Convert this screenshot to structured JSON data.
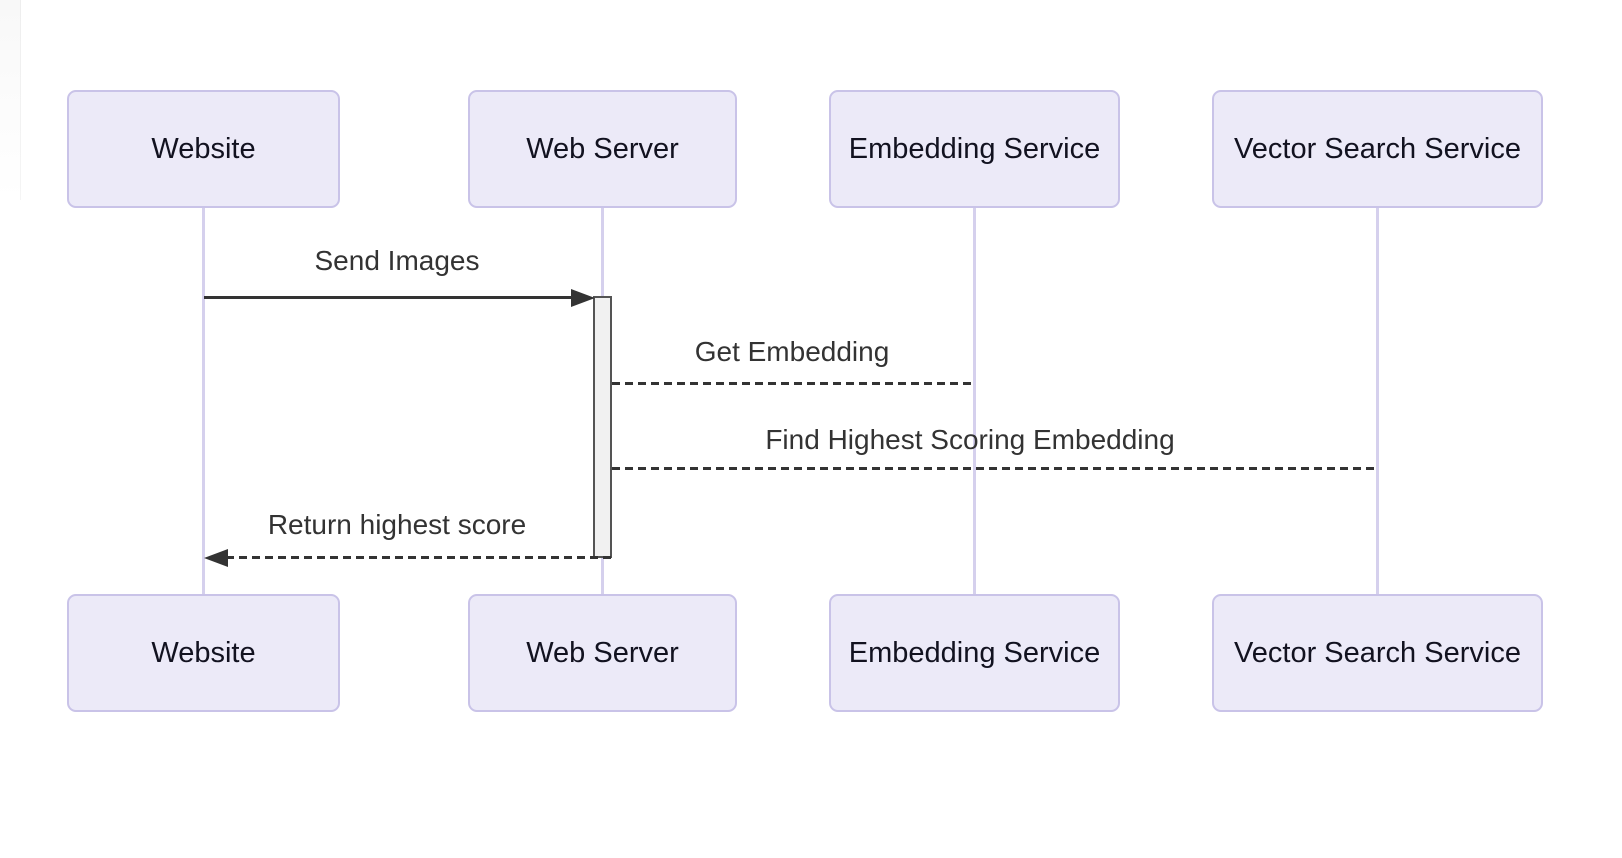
{
  "diagram_type": "sequence-diagram",
  "actors": [
    {
      "label": "Website"
    },
    {
      "label": "Web Server"
    },
    {
      "label": "Embedding Service"
    },
    {
      "label": "Vector Search Service"
    }
  ],
  "messages": [
    {
      "text": "Send Images",
      "from": "Website",
      "to": "Web Server",
      "line": "solid",
      "arrowhead": "filled-right"
    },
    {
      "text": "Get Embedding",
      "from": "Web Server",
      "to": "Embedding Service",
      "line": "dashed",
      "arrowhead": "none"
    },
    {
      "text": "Find Highest Scoring Embedding",
      "from": "Web Server",
      "to": "Vector Search Service",
      "line": "dashed",
      "arrowhead": "none"
    },
    {
      "text": "Return highest score",
      "from": "Web Server",
      "to": "Website",
      "line": "dashed",
      "arrowhead": "filled-left"
    }
  ],
  "activation": {
    "actor": "Web Server",
    "starts_at_message": "Send Images",
    "ends_at_message": "Return highest score"
  },
  "colors": {
    "background": "#FFFFFF",
    "actor_fill": "#ECEAF8",
    "actor_border": "#C9C3E8",
    "actor_text": "#121220",
    "lifeline": "#D5D0ED",
    "message_line": "#333333",
    "message_text": "#333333",
    "activation_fill": "#F1F1F1",
    "activation_border": "#545454"
  }
}
